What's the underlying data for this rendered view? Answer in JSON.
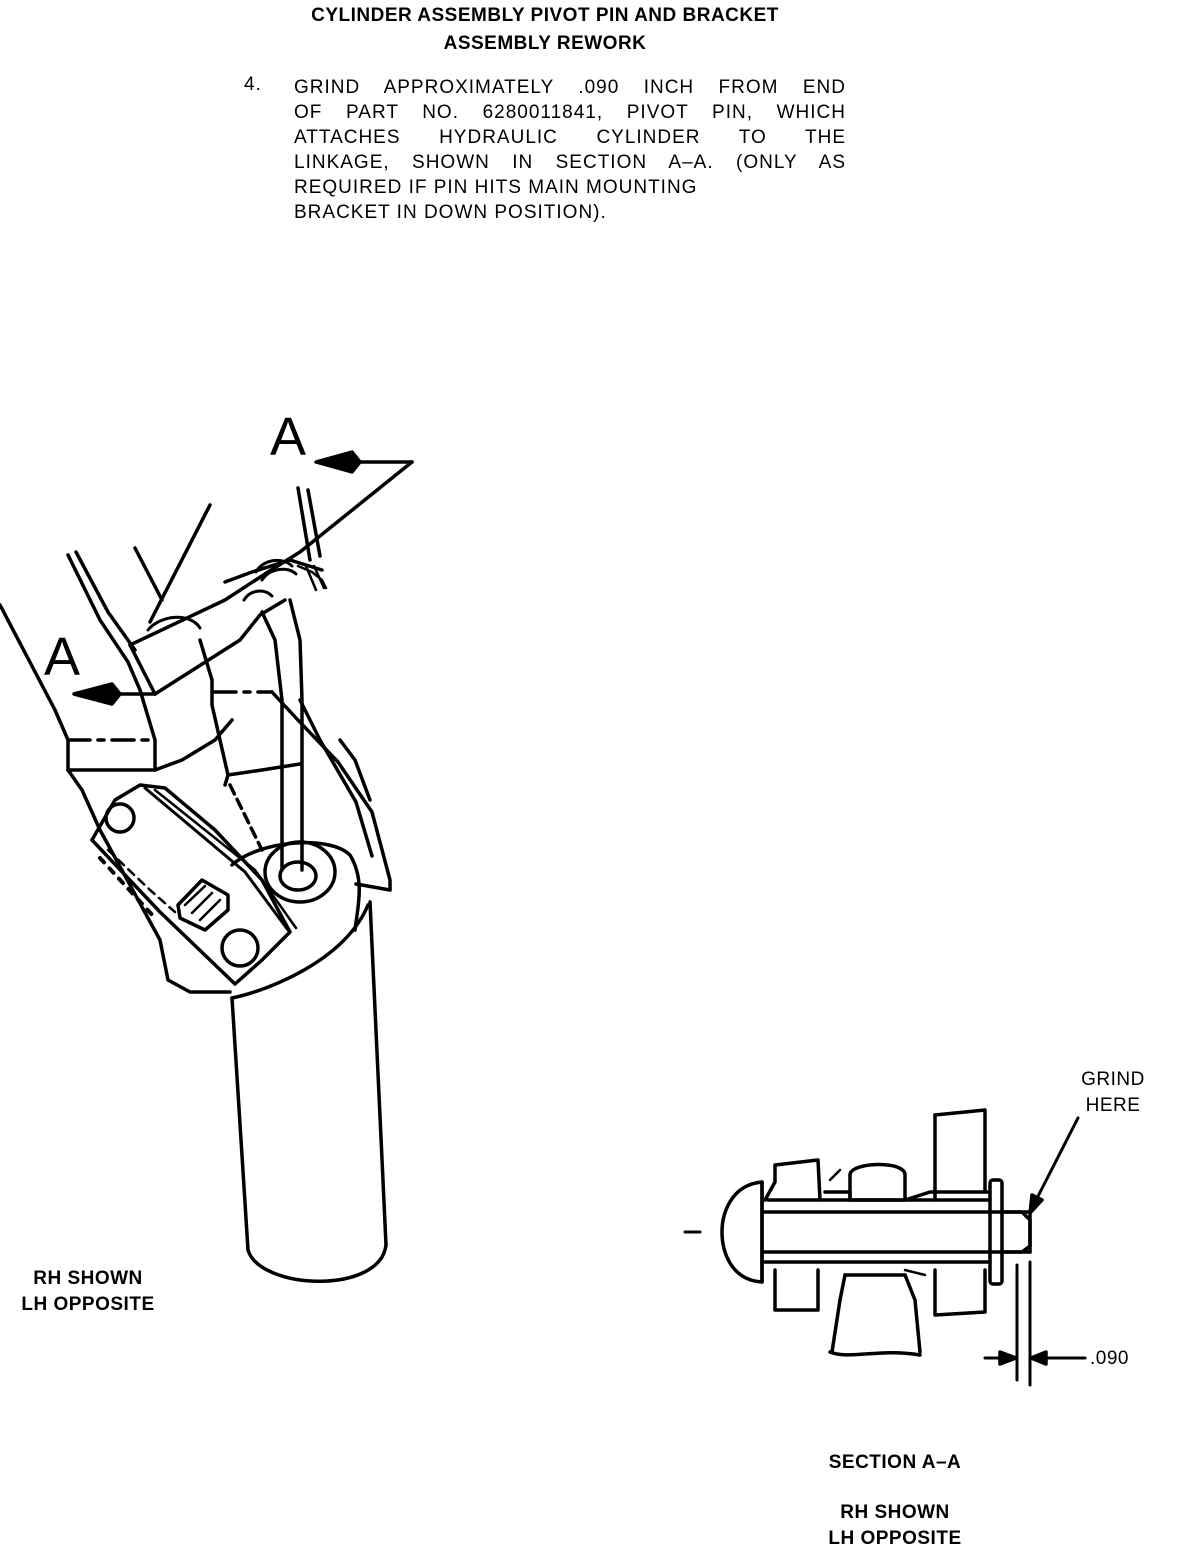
{
  "title": {
    "line1": "CYLINDER ASSEMBLY PIVOT PIN AND BRACKET",
    "line2": "ASSEMBLY REWORK"
  },
  "instruction": {
    "number": "4.",
    "lines": [
      "GRIND APPROXIMATELY .090 INCH FROM END",
      "OF PART NO. 6280011841, PIVOT PIN, WHICH",
      "ATTACHES HYDRAULIC CYLINDER TO THE",
      "LINKAGE, SHOWN IN SECTION A–A. (ONLY AS",
      "REQUIRED IF PIN HITS MAIN MOUNTING",
      "BRACKET IN DOWN POSITION)."
    ]
  },
  "main_view": {
    "section_marker_top": "A",
    "section_marker_left": "A",
    "caption_line1": "RH SHOWN",
    "caption_line2": "LH OPPOSITE"
  },
  "section_view": {
    "callout_line1": "GRIND",
    "callout_line2": "HERE",
    "dimension": ".090",
    "title": "SECTION A–A",
    "caption_line1": "RH SHOWN",
    "caption_line2": "LH OPPOSITE"
  }
}
